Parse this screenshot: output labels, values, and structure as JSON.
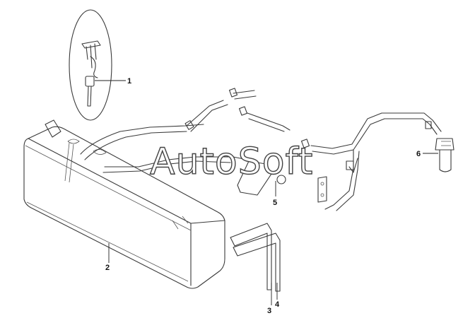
{
  "callouts": {
    "p1": "1",
    "p2": "2",
    "p3": "3",
    "p4": "4",
    "p5": "5",
    "p6": "6"
  },
  "watermark": "AutoSoft",
  "colors": {
    "line": "#3a3a3a",
    "background": "#ffffff"
  }
}
